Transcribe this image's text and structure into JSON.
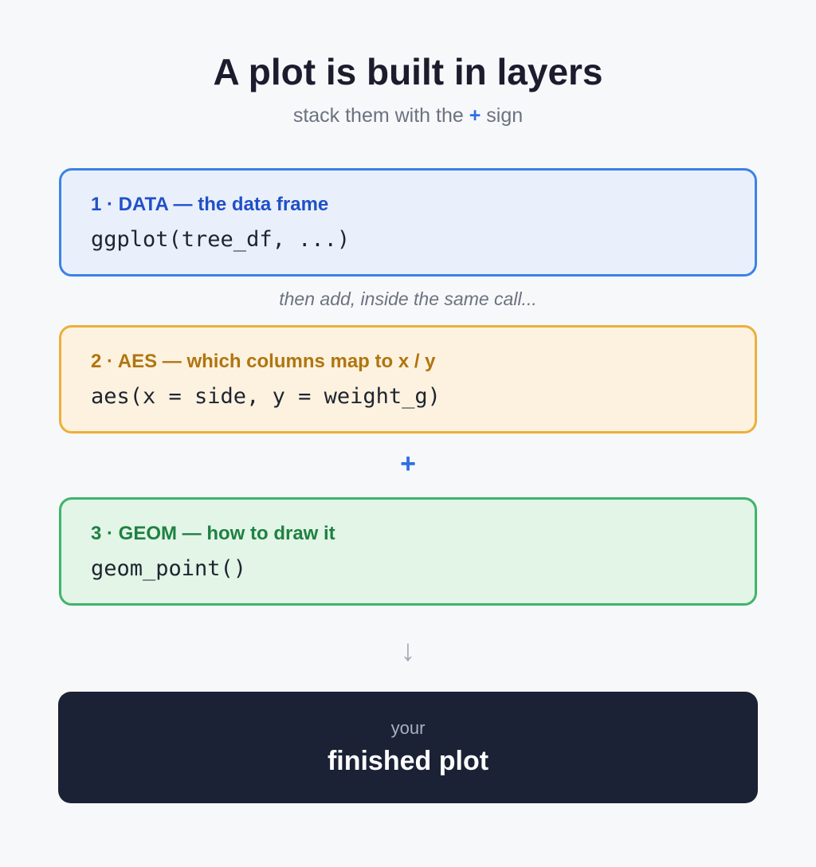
{
  "title": "A plot is built in layers",
  "subtitle": {
    "before": "stack them with the ",
    "symbol": "+",
    "after": " sign"
  },
  "layers": [
    {
      "label": "1 · DATA — the data frame",
      "code": "ggplot(tree_df, ...)",
      "accent": "#3b82e6",
      "fill": "#eaf0fb"
    },
    {
      "label": "2 · AES — which columns map to x / y",
      "code": "aes(x = side, y = weight_g)",
      "accent": "#ebb03a",
      "fill": "#fdf2df"
    },
    {
      "label": "3 · GEOM — how to draw it",
      "code": "geom_point()",
      "accent": "#3fb46a",
      "fill": "#e2f5e7"
    }
  ],
  "connectors": {
    "between_1_2": "then add, inside the same call...",
    "between_2_3": "+",
    "to_result": "↓"
  },
  "result": {
    "small": "your",
    "big": "finished plot"
  }
}
